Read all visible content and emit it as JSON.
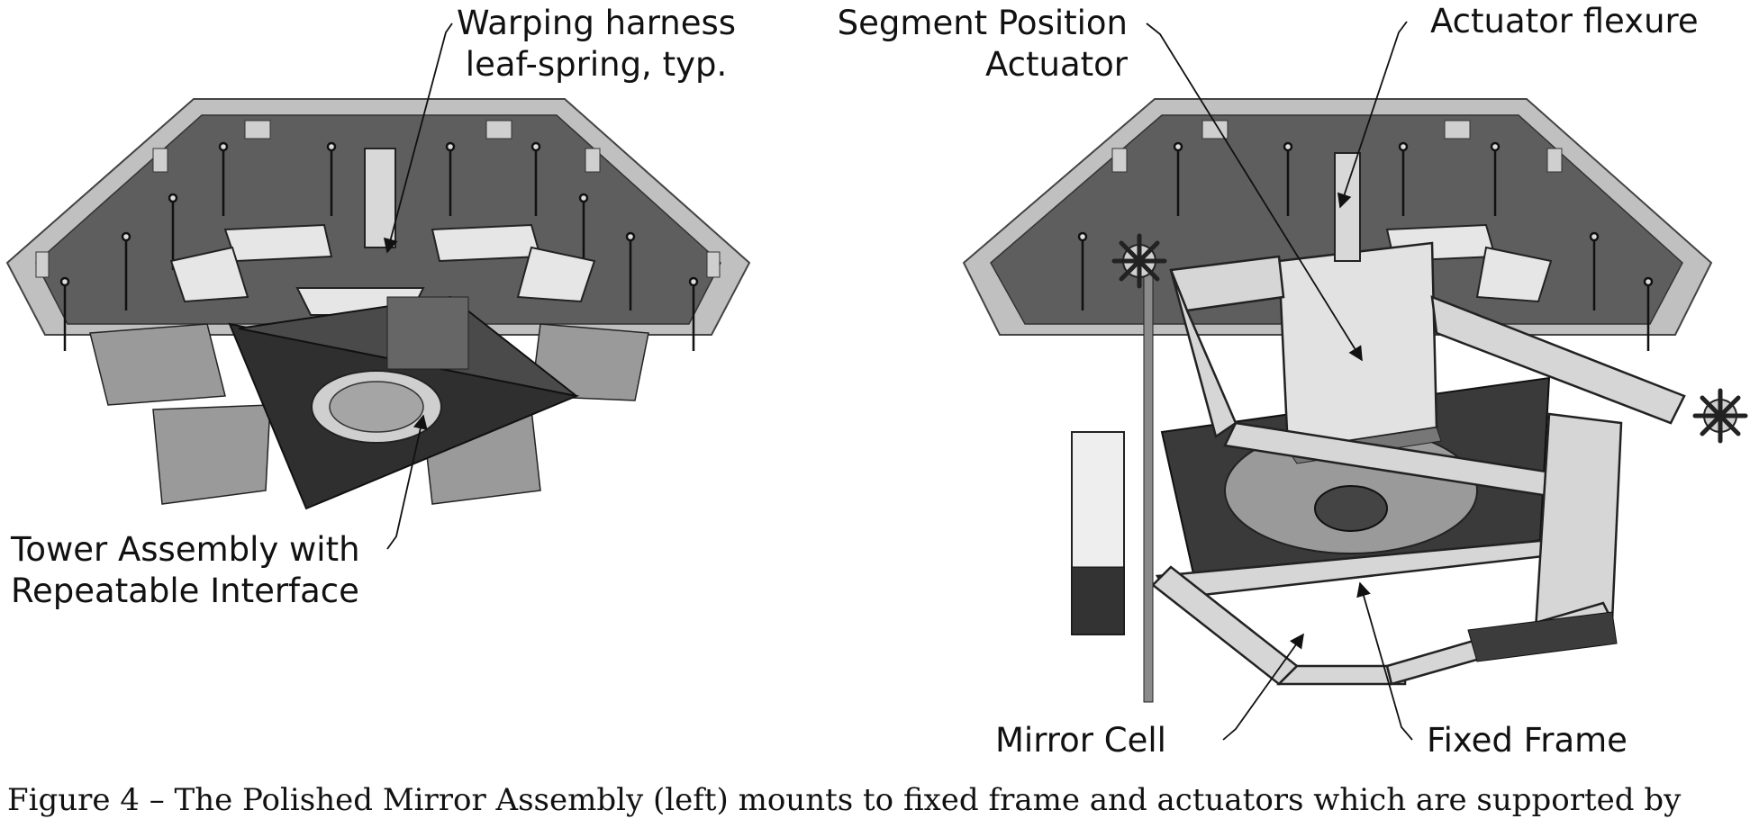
{
  "figure": {
    "labels": {
      "warping_harness": [
        "Warping harness",
        "leaf-spring, typ."
      ],
      "tower_assembly": [
        "Tower Assembly with",
        "Repeatable Interface"
      ],
      "segment_position_actuator": [
        "Segment Position",
        "Actuator"
      ],
      "actuator_flexure": "Actuator flexure",
      "mirror_cell": "Mirror Cell",
      "fixed_frame": "Fixed Frame"
    },
    "caption": "Figure 4 – The Polished Mirror Assembly (left) mounts to fixed frame and actuators which are supported by"
  },
  "colors": {
    "mirror_face": "#5e5e5e",
    "mirror_rim": "#b9b9b9",
    "dark_plate": "#2f2f2f",
    "frame_light": "#d2d2d2",
    "line": "#111111"
  }
}
